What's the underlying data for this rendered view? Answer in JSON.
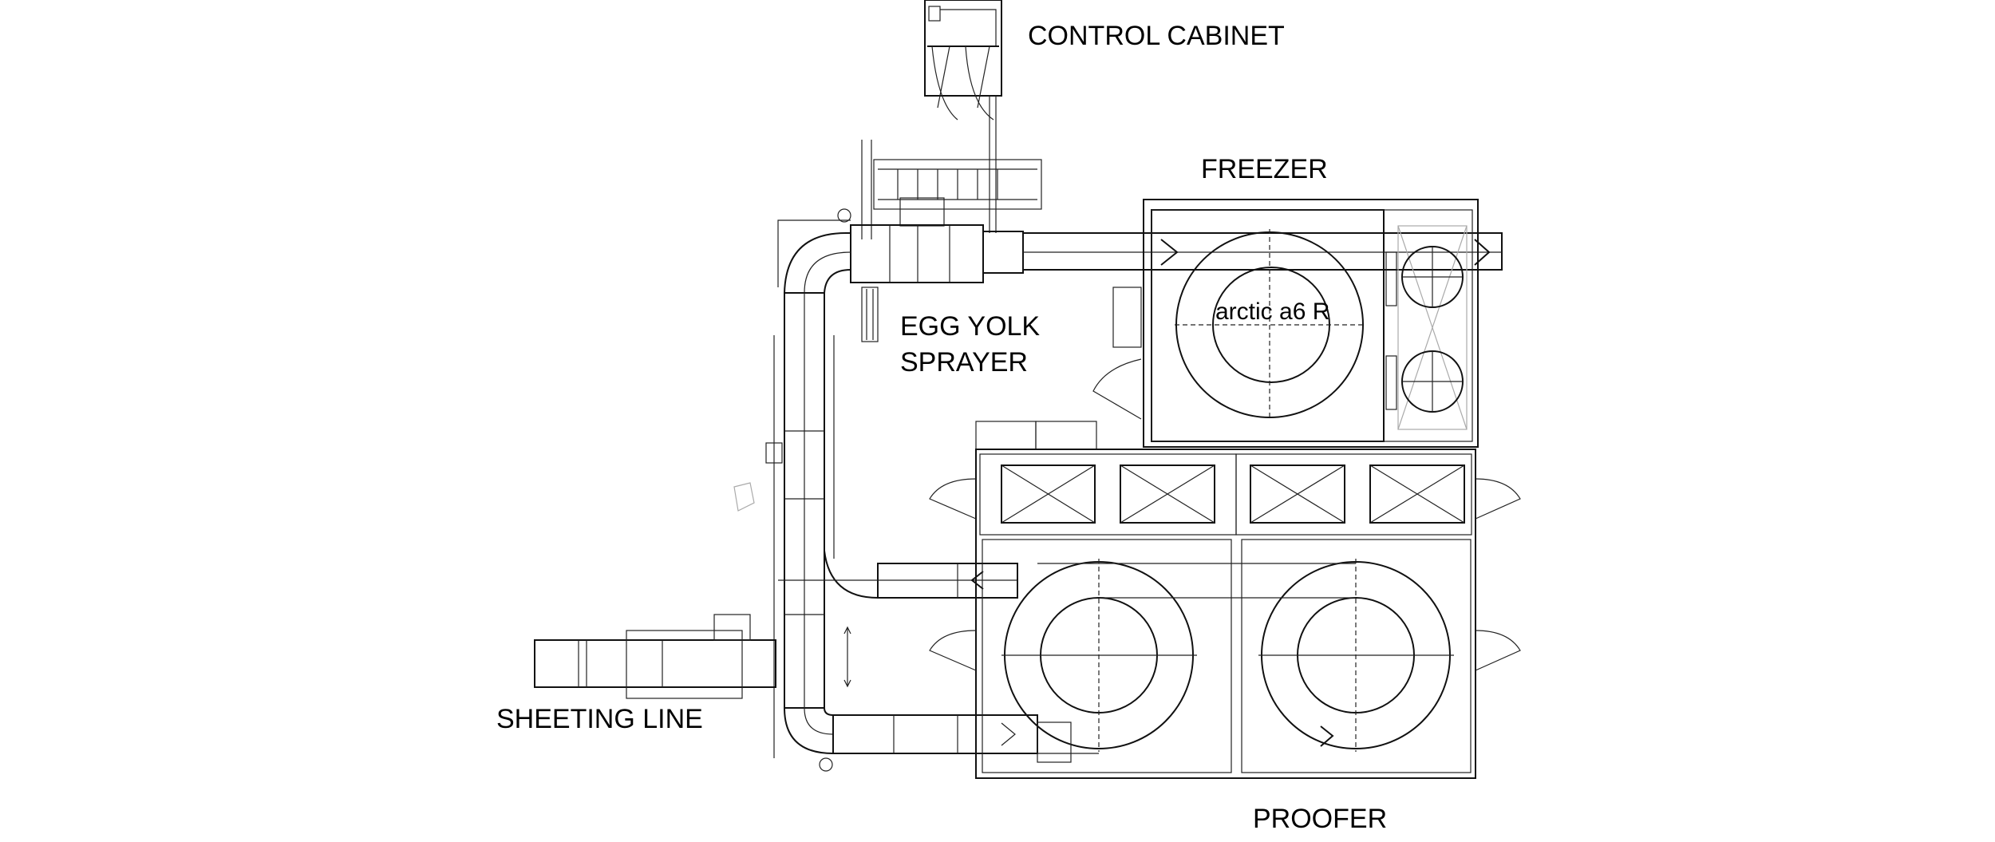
{
  "labels": {
    "control_cabinet": "CONTROL CABINET",
    "freezer": "FREEZER",
    "egg_yolk_line1": "EGG YOLK",
    "egg_yolk_line2": "SPRAYER",
    "sheeting_line": "SHEETING LINE",
    "proofer": "PROOFER",
    "freezer_model": "arctic a6 R"
  }
}
